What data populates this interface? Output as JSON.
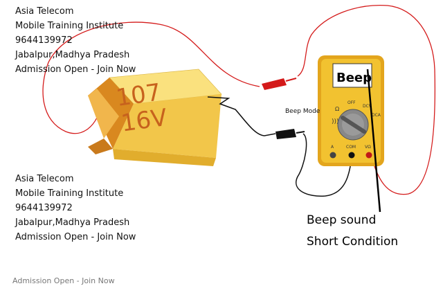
{
  "info_blocks": [
    {
      "lines": [
        "Asia Telecom",
        "Mobile Training Institute",
        "9644139972",
        "Jabalpur,Madhya Pradesh",
        "Admission Open - Join Now"
      ]
    },
    {
      "lines": [
        "Asia Telecom",
        "Mobile Training Institute",
        "9644139972",
        "Jabalpur,Madhya Pradesh",
        "Admission Open - Join Now"
      ]
    }
  ],
  "capacitor": {
    "line1": "107",
    "line2": "16V"
  },
  "multimeter": {
    "display": "Beep",
    "mode_label": "Beep Mode",
    "dial": {
      "off": "OFF",
      "dcv": "DCV",
      "dca": "DCA",
      "ohm": "Ω"
    },
    "ports": {
      "a": "A",
      "com": "COM",
      "v": "VΩ"
    }
  },
  "caption": {
    "line1": "Beep sound",
    "line2": "Short Condition"
  },
  "ghost_text": "Admission Open - Join Now",
  "colors": {
    "capacitor": "#f2c64a",
    "stripe": "#d9881f",
    "meter_body": "#f2c230",
    "probe_red": "#d41a1a",
    "probe_black": "#111111"
  }
}
